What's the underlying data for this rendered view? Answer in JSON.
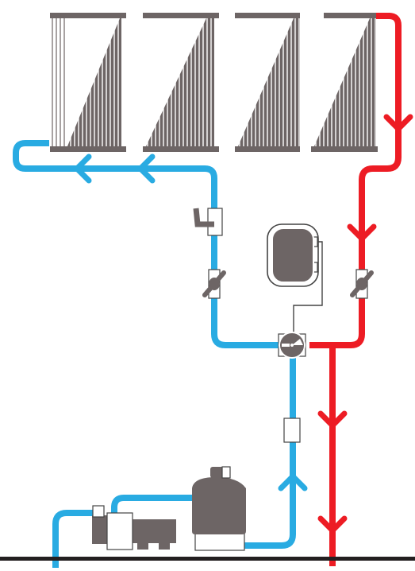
{
  "colors": {
    "cold_pipe": "#29ABE2",
    "hot_pipe": "#ED1C24",
    "equipment": "#6D6565",
    "equipment_outline": "#444444",
    "fitting_fill": "#ffffff",
    "ground": "#231F20",
    "background": "#ffffff"
  },
  "icons": {
    "solar_collector": "solar-collector-icon",
    "flow_arrow_cold": "chevron-left-icon",
    "flow_arrow_hot": "chevron-down-icon",
    "flow_arrow_up": "chevron-up-icon",
    "valve": "valve-icon",
    "diverter": "motorized-valve-icon",
    "controller": "controller-icon",
    "filter": "filter-icon",
    "pump": "pump-icon",
    "vacuum_breaker": "vacuum-breaker-icon"
  },
  "diagram": {
    "collectors": [
      {
        "id": "collector-1",
        "first_partially_open": true
      },
      {
        "id": "collector-2"
      },
      {
        "id": "collector-3"
      },
      {
        "id": "collector-4"
      }
    ],
    "flows": [
      {
        "id": "supply",
        "color_key": "cold_pipe",
        "direction": "to-collectors"
      },
      {
        "id": "return",
        "color_key": "hot_pipe",
        "direction": "to-pool"
      }
    ]
  }
}
